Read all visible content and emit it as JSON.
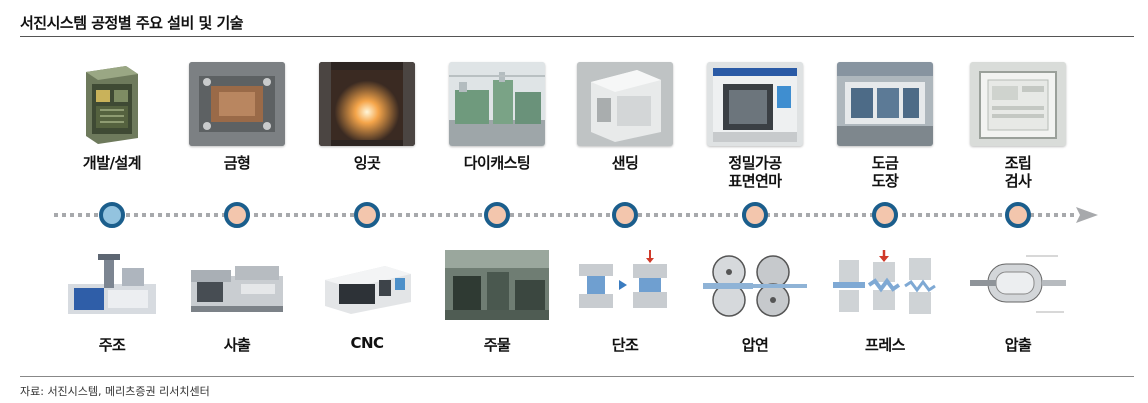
{
  "header": {
    "title": "서진시스템 공정별 주요 설비 및 기술"
  },
  "process": [
    {
      "label_lines": [
        "개발/설계"
      ],
      "icon": "design-enclosure-image"
    },
    {
      "label_lines": [
        "금형"
      ],
      "icon": "mold-image"
    },
    {
      "label_lines": [
        "잉곳"
      ],
      "icon": "ingot-furnace-image"
    },
    {
      "label_lines": [
        "다이캐스팅"
      ],
      "icon": "die-casting-machine-image"
    },
    {
      "label_lines": [
        "샌딩"
      ],
      "icon": "sanding-booth-image"
    },
    {
      "label_lines": [
        "정밀가공",
        "표면연마"
      ],
      "icon": "cnc-machine-center-image"
    },
    {
      "label_lines": [
        "도금",
        "도장"
      ],
      "icon": "plating-line-image"
    },
    {
      "label_lines": [
        "조립",
        "검사"
      ],
      "icon": "assembly-enclosure-image"
    }
  ],
  "technologies": [
    {
      "label": "주조",
      "icon": "casting-machine-image"
    },
    {
      "label": "사출",
      "icon": "injection-machine-image"
    },
    {
      "label": "CNC",
      "icon": "cnc-lathe-image"
    },
    {
      "label": "주물",
      "icon": "foundry-image"
    },
    {
      "label": "단조",
      "icon": "forging-diagram"
    },
    {
      "label": "압연",
      "icon": "rolling-diagram"
    },
    {
      "label": "프레스",
      "icon": "press-diagram"
    },
    {
      "label": "압출",
      "icon": "extrusion-diagram"
    }
  ],
  "colors": {
    "node_border": "#1b5e8c",
    "node_fill": "#f3c6ad",
    "node_fill_first": "#93c3df",
    "timeline": "#a7a9ac"
  },
  "footer": {
    "source": "자료: 서진시스템, 메리츠증권 리서치센터"
  }
}
